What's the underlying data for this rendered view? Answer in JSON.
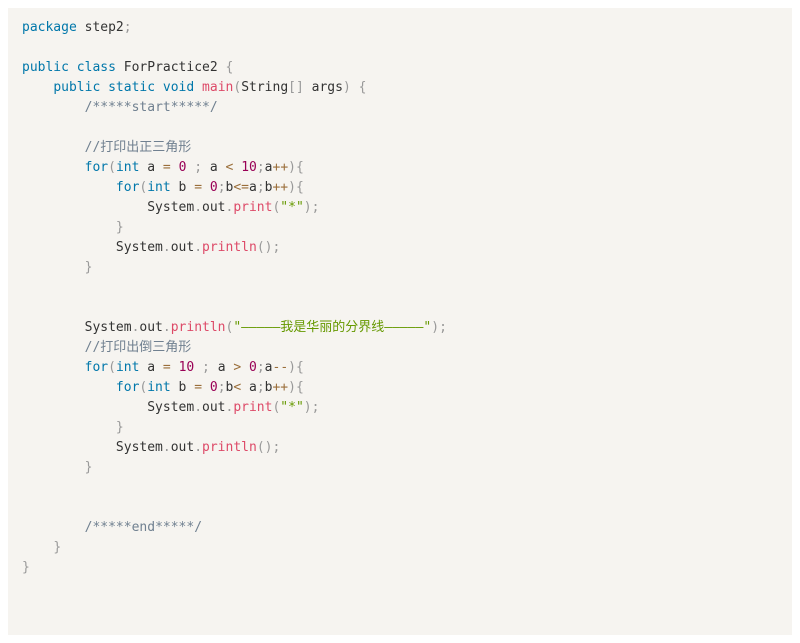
{
  "theme": {
    "panel_background": "#f6f4f0",
    "keyword_color": "#0077aa",
    "number_color": "#990055",
    "function_color": "#dd4a68",
    "string_color": "#669900",
    "comment_color": "#708090",
    "punctuation_color": "#999999",
    "operator_color": "#9a6e3a",
    "text_color": "#333333"
  },
  "code": {
    "language": "java",
    "lines": [
      [
        {
          "t": "package",
          "c": "keyword"
        },
        {
          "t": " step2",
          "c": "plain"
        },
        {
          "t": ";",
          "c": "punct"
        }
      ],
      [],
      [
        {
          "t": "public",
          "c": "keyword"
        },
        {
          "t": " ",
          "c": "plain"
        },
        {
          "t": "class",
          "c": "keyword"
        },
        {
          "t": " ForPractice2 ",
          "c": "plain"
        },
        {
          "t": "{",
          "c": "punct"
        }
      ],
      [
        {
          "t": "    ",
          "c": "plain"
        },
        {
          "t": "public",
          "c": "keyword"
        },
        {
          "t": " ",
          "c": "plain"
        },
        {
          "t": "static",
          "c": "keyword"
        },
        {
          "t": " ",
          "c": "plain"
        },
        {
          "t": "void",
          "c": "keyword"
        },
        {
          "t": " ",
          "c": "plain"
        },
        {
          "t": "main",
          "c": "function"
        },
        {
          "t": "(",
          "c": "punct"
        },
        {
          "t": "String",
          "c": "plain"
        },
        {
          "t": "[",
          "c": "punct"
        },
        {
          "t": "]",
          "c": "punct"
        },
        {
          "t": " args",
          "c": "plain"
        },
        {
          "t": ")",
          "c": "punct"
        },
        {
          "t": " ",
          "c": "plain"
        },
        {
          "t": "{",
          "c": "punct"
        }
      ],
      [
        {
          "t": "        ",
          "c": "plain"
        },
        {
          "t": "/*****start*****/",
          "c": "comment"
        }
      ],
      [],
      [
        {
          "t": "        ",
          "c": "plain"
        },
        {
          "t": "//打印出正三角形",
          "c": "comment"
        }
      ],
      [
        {
          "t": "        ",
          "c": "plain"
        },
        {
          "t": "for",
          "c": "keyword"
        },
        {
          "t": "(",
          "c": "punct"
        },
        {
          "t": "int",
          "c": "keyword"
        },
        {
          "t": " a ",
          "c": "plain"
        },
        {
          "t": "=",
          "c": "operator"
        },
        {
          "t": " ",
          "c": "plain"
        },
        {
          "t": "0",
          "c": "number"
        },
        {
          "t": " ",
          "c": "plain"
        },
        {
          "t": ";",
          "c": "punct"
        },
        {
          "t": " a ",
          "c": "plain"
        },
        {
          "t": "<",
          "c": "operator"
        },
        {
          "t": " ",
          "c": "plain"
        },
        {
          "t": "10",
          "c": "number"
        },
        {
          "t": ";",
          "c": "punct"
        },
        {
          "t": "a",
          "c": "plain"
        },
        {
          "t": "++",
          "c": "operator"
        },
        {
          "t": ")",
          "c": "punct"
        },
        {
          "t": "{",
          "c": "punct"
        }
      ],
      [
        {
          "t": "            ",
          "c": "plain"
        },
        {
          "t": "for",
          "c": "keyword"
        },
        {
          "t": "(",
          "c": "punct"
        },
        {
          "t": "int",
          "c": "keyword"
        },
        {
          "t": " b ",
          "c": "plain"
        },
        {
          "t": "=",
          "c": "operator"
        },
        {
          "t": " ",
          "c": "plain"
        },
        {
          "t": "0",
          "c": "number"
        },
        {
          "t": ";",
          "c": "punct"
        },
        {
          "t": "b",
          "c": "plain"
        },
        {
          "t": "<=",
          "c": "operator"
        },
        {
          "t": "a",
          "c": "plain"
        },
        {
          "t": ";",
          "c": "punct"
        },
        {
          "t": "b",
          "c": "plain"
        },
        {
          "t": "++",
          "c": "operator"
        },
        {
          "t": ")",
          "c": "punct"
        },
        {
          "t": "{",
          "c": "punct"
        }
      ],
      [
        {
          "t": "                System",
          "c": "plain"
        },
        {
          "t": ".",
          "c": "punct"
        },
        {
          "t": "out",
          "c": "plain"
        },
        {
          "t": ".",
          "c": "punct"
        },
        {
          "t": "print",
          "c": "function"
        },
        {
          "t": "(",
          "c": "punct"
        },
        {
          "t": "\"*\"",
          "c": "string"
        },
        {
          "t": ")",
          "c": "punct"
        },
        {
          "t": ";",
          "c": "punct"
        }
      ],
      [
        {
          "t": "            ",
          "c": "plain"
        },
        {
          "t": "}",
          "c": "punct"
        }
      ],
      [
        {
          "t": "            System",
          "c": "plain"
        },
        {
          "t": ".",
          "c": "punct"
        },
        {
          "t": "out",
          "c": "plain"
        },
        {
          "t": ".",
          "c": "punct"
        },
        {
          "t": "println",
          "c": "function"
        },
        {
          "t": "(",
          "c": "punct"
        },
        {
          "t": ")",
          "c": "punct"
        },
        {
          "t": ";",
          "c": "punct"
        }
      ],
      [
        {
          "t": "        ",
          "c": "plain"
        },
        {
          "t": "}",
          "c": "punct"
        }
      ],
      [],
      [],
      [
        {
          "t": "        System",
          "c": "plain"
        },
        {
          "t": ".",
          "c": "punct"
        },
        {
          "t": "out",
          "c": "plain"
        },
        {
          "t": ".",
          "c": "punct"
        },
        {
          "t": "println",
          "c": "function"
        },
        {
          "t": "(",
          "c": "punct"
        },
        {
          "t": "\"—————我是华丽的分界线—————\"",
          "c": "string"
        },
        {
          "t": ")",
          "c": "punct"
        },
        {
          "t": ";",
          "c": "punct"
        }
      ],
      [
        {
          "t": "        ",
          "c": "plain"
        },
        {
          "t": "//打印出倒三角形",
          "c": "comment"
        }
      ],
      [
        {
          "t": "        ",
          "c": "plain"
        },
        {
          "t": "for",
          "c": "keyword"
        },
        {
          "t": "(",
          "c": "punct"
        },
        {
          "t": "int",
          "c": "keyword"
        },
        {
          "t": " a ",
          "c": "plain"
        },
        {
          "t": "=",
          "c": "operator"
        },
        {
          "t": " ",
          "c": "plain"
        },
        {
          "t": "10",
          "c": "number"
        },
        {
          "t": " ",
          "c": "plain"
        },
        {
          "t": ";",
          "c": "punct"
        },
        {
          "t": " a ",
          "c": "plain"
        },
        {
          "t": ">",
          "c": "operator"
        },
        {
          "t": " ",
          "c": "plain"
        },
        {
          "t": "0",
          "c": "number"
        },
        {
          "t": ";",
          "c": "punct"
        },
        {
          "t": "a",
          "c": "plain"
        },
        {
          "t": "--",
          "c": "operator"
        },
        {
          "t": ")",
          "c": "punct"
        },
        {
          "t": "{",
          "c": "punct"
        }
      ],
      [
        {
          "t": "            ",
          "c": "plain"
        },
        {
          "t": "for",
          "c": "keyword"
        },
        {
          "t": "(",
          "c": "punct"
        },
        {
          "t": "int",
          "c": "keyword"
        },
        {
          "t": " b ",
          "c": "plain"
        },
        {
          "t": "=",
          "c": "operator"
        },
        {
          "t": " ",
          "c": "plain"
        },
        {
          "t": "0",
          "c": "number"
        },
        {
          "t": ";",
          "c": "punct"
        },
        {
          "t": "b",
          "c": "plain"
        },
        {
          "t": "<",
          "c": "operator"
        },
        {
          "t": " a",
          "c": "plain"
        },
        {
          "t": ";",
          "c": "punct"
        },
        {
          "t": "b",
          "c": "plain"
        },
        {
          "t": "++",
          "c": "operator"
        },
        {
          "t": ")",
          "c": "punct"
        },
        {
          "t": "{",
          "c": "punct"
        }
      ],
      [
        {
          "t": "                System",
          "c": "plain"
        },
        {
          "t": ".",
          "c": "punct"
        },
        {
          "t": "out",
          "c": "plain"
        },
        {
          "t": ".",
          "c": "punct"
        },
        {
          "t": "print",
          "c": "function"
        },
        {
          "t": "(",
          "c": "punct"
        },
        {
          "t": "\"*\"",
          "c": "string"
        },
        {
          "t": ")",
          "c": "punct"
        },
        {
          "t": ";",
          "c": "punct"
        }
      ],
      [
        {
          "t": "            ",
          "c": "plain"
        },
        {
          "t": "}",
          "c": "punct"
        }
      ],
      [
        {
          "t": "            System",
          "c": "plain"
        },
        {
          "t": ".",
          "c": "punct"
        },
        {
          "t": "out",
          "c": "plain"
        },
        {
          "t": ".",
          "c": "punct"
        },
        {
          "t": "println",
          "c": "function"
        },
        {
          "t": "(",
          "c": "punct"
        },
        {
          "t": ")",
          "c": "punct"
        },
        {
          "t": ";",
          "c": "punct"
        }
      ],
      [
        {
          "t": "        ",
          "c": "plain"
        },
        {
          "t": "}",
          "c": "punct"
        }
      ],
      [],
      [],
      [
        {
          "t": "        ",
          "c": "plain"
        },
        {
          "t": "/*****end*****/",
          "c": "comment"
        }
      ],
      [
        {
          "t": "    ",
          "c": "plain"
        },
        {
          "t": "}",
          "c": "punct"
        }
      ],
      [
        {
          "t": "}",
          "c": "punct"
        }
      ]
    ]
  }
}
